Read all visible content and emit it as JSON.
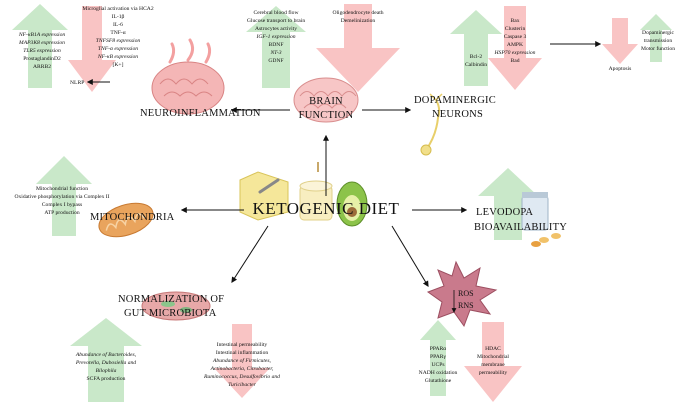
{
  "center": {
    "title": "KETOGENIC DIET"
  },
  "neuroinflammation": {
    "title": "NEUROINFLAMMATION",
    "up_items": [
      "Microglial activation via HCA2",
      "IL-1β",
      "IL-6",
      "TNF-α",
      "TNFSF8 expression",
      "TNF-α expression",
      "NF-κB expression",
      "[K+]"
    ],
    "down_items": [
      "NF-κB1A expression",
      "MAP3K8 expression",
      "TLR5 expression",
      "ProstaglandinD2",
      "ARRB2"
    ],
    "nlrp": "NLRP"
  },
  "brain": {
    "title_line1": "BRAIN",
    "title_line2": "FUNCTION",
    "up_items": [
      "Cerebral blood flow",
      "Glucose transport to brain",
      "Astrocytes activity",
      "IGF-1 expression",
      "BDNF",
      "NT-3",
      "GDNF"
    ],
    "down_items": [
      "Oligodendrocyte death",
      "Demelinization"
    ]
  },
  "dopaminergic": {
    "title_line1": "DOPAMINERGIC",
    "title_line2": "NEURONS",
    "up_items": [
      "Bcl-2",
      "Calbindin"
    ],
    "down_items": [
      "Bax",
      "Clusterin",
      "Caspase 3",
      "AMPK",
      "HSP70 expression",
      "Bad"
    ],
    "apoptosis": "Apoptosis",
    "transmission": [
      "Dopaminergic",
      "transmission",
      "Motor function"
    ]
  },
  "mitochondria": {
    "title": "MITOCHONDRIA",
    "up_items": [
      "Mitochondrial function",
      "Oxidative phosphorylation via Complex II",
      "Complex I bypass",
      "ATP production"
    ]
  },
  "levodopa": {
    "title_line1": "LEVODOPA",
    "title_line2": "BIOAVAILABILITY"
  },
  "gut": {
    "title_line1": "NORMALIZATION OF",
    "title_line2": "GUT MICROBIOTA",
    "up_items": [
      "Abundance of Bacteroides,",
      "Prevotella, Dubosiella and",
      "Bilophila",
      "SCFA production"
    ],
    "down_items": [
      "Intestinal permeability",
      "Intestinal inflammation",
      "Abundance of Firmicutes,",
      "Actinobacteria, Citrobacter,",
      "Ruminococcus, Desulfovibrio and",
      "Turicibacter"
    ]
  },
  "ros": {
    "line1": "ROS",
    "line2": "RNS",
    "up_items": [
      "PPARα",
      "PPARγ",
      "UCPs",
      "NADH oxidation",
      "Glutathione"
    ],
    "down_items": [
      "HDAC",
      "Mitochondrial",
      "membrane",
      "permeability"
    ]
  },
  "colors": {
    "up": "#c9e8c9",
    "down": "#f9c4c4",
    "text": "#111111"
  }
}
